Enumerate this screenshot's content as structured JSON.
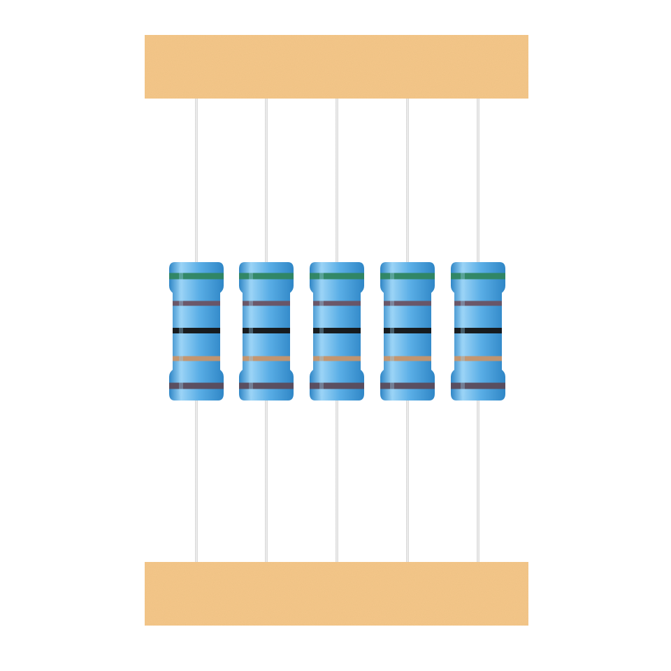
{
  "scene": {
    "subject": "resistors-on-tape",
    "resistor_count": 5,
    "colors": {
      "background": "#ffffff",
      "tape": "#f6c88a",
      "tape_shade": "#efbd7c",
      "lead": "#d3d3d3",
      "lead_highlight": "#f2f2f2",
      "body": "#5aaee6",
      "body_highlight": "#9ad3f6",
      "body_shadow": "#2f86c6"
    },
    "bands": [
      {
        "name": "green-band",
        "color": "#2f8560"
      },
      {
        "name": "violet-band-1",
        "color": "#6a5262"
      },
      {
        "name": "black-band",
        "color": "#141414"
      },
      {
        "name": "orange-band",
        "color": "#c79469"
      },
      {
        "name": "violet-band-2",
        "color": "#5b4a5a"
      }
    ]
  }
}
